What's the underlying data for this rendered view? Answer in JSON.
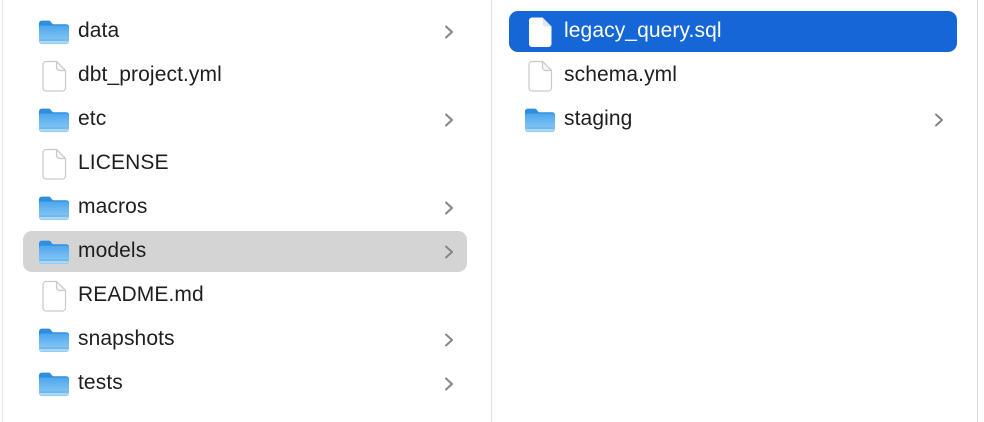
{
  "app": {
    "view": "finder-column-view"
  },
  "colors": {
    "selection_active": "#1566d6",
    "selection_inactive": "#d4d4d4",
    "text": "#1e1e1e",
    "text_selected": "#ffffff",
    "divider": "#e0e0e2",
    "chevron": "#85858a",
    "folder_blue_top": "#2e8fe0",
    "folder_blue_body": "#6cb9f1"
  },
  "columns": [
    {
      "name": "parent-folder-column",
      "items": [
        {
          "label": "data",
          "icon": "folder-icon",
          "chevron": true,
          "selected": false
        },
        {
          "label": "dbt_project.yml",
          "icon": "document-icon",
          "chevron": false,
          "selected": false
        },
        {
          "label": "etc",
          "icon": "folder-icon",
          "chevron": true,
          "selected": false
        },
        {
          "label": "LICENSE",
          "icon": "document-icon",
          "chevron": false,
          "selected": false
        },
        {
          "label": "macros",
          "icon": "folder-icon",
          "chevron": true,
          "selected": false
        },
        {
          "label": "models",
          "icon": "folder-icon",
          "chevron": true,
          "selected": true,
          "selection_style": "inactive"
        },
        {
          "label": "README.md",
          "icon": "document-icon",
          "chevron": false,
          "selected": false
        },
        {
          "label": "snapshots",
          "icon": "folder-icon",
          "chevron": true,
          "selected": false
        },
        {
          "label": "tests",
          "icon": "folder-icon",
          "chevron": true,
          "selected": false
        }
      ]
    },
    {
      "name": "models-folder-column",
      "items": [
        {
          "label": "legacy_query.sql",
          "icon": "document-icon",
          "chevron": false,
          "selected": true,
          "selection_style": "active"
        },
        {
          "label": "schema.yml",
          "icon": "document-icon",
          "chevron": false,
          "selected": false
        },
        {
          "label": "staging",
          "icon": "folder-icon",
          "chevron": true,
          "selected": false
        }
      ]
    }
  ]
}
